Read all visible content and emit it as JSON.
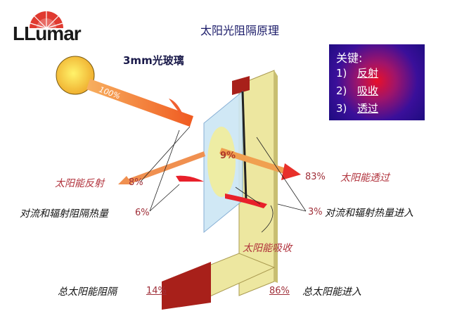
{
  "logo": {
    "text": "LLumar",
    "arc_color": "#e03a30"
  },
  "title": "太阳光阻隔原理",
  "glass_label": "3mm光玻璃",
  "sun_beam_label": "100%",
  "key": {
    "title": "关键:",
    "items": [
      {
        "num": "1)",
        "label": "反射"
      },
      {
        "num": "2)",
        "label": "吸收"
      },
      {
        "num": "3)",
        "label": "透过"
      }
    ]
  },
  "labels": {
    "reflect": {
      "text": "太阳能反射",
      "value": "8%"
    },
    "convect_block": {
      "text": "对流和辐射阻隔热量",
      "value": "6%"
    },
    "absorb_glass": {
      "value": "9%"
    },
    "transmit": {
      "text": "太阳能透过",
      "value": "83%"
    },
    "convect_in": {
      "text": "对流和辐射热量进入",
      "value": "3%"
    },
    "absorb": {
      "text": "太阳能吸收"
    }
  },
  "totals": {
    "blocked": {
      "text": "总太阳能阻隔",
      "value": "14%"
    },
    "entering": {
      "text": "总太阳能进入",
      "value": "86%"
    }
  },
  "colors": {
    "red_text": "#b0303a",
    "title": "#1c1c6a",
    "beam": "#f08a3a",
    "arrow_red": "#e8202a"
  }
}
